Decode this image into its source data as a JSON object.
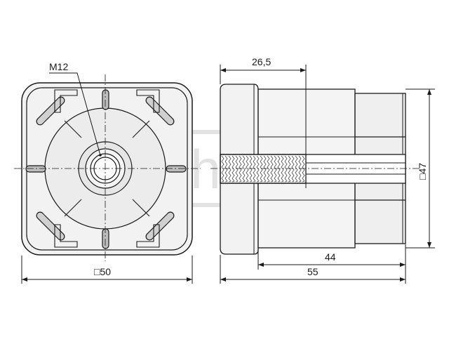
{
  "watermark": "TechXXL",
  "labels": {
    "thread": "M12",
    "front_width": "□50",
    "flange_offset": "26,5",
    "body_length": "44",
    "total_length": "55",
    "tube_size": "□47"
  },
  "colors": {
    "line": "#1a1a1a",
    "fill_light": "#f2f2f2",
    "fill_mid": "#e8e8e8",
    "shade_dark": "#555555",
    "watermark": "#e2e2e2"
  }
}
